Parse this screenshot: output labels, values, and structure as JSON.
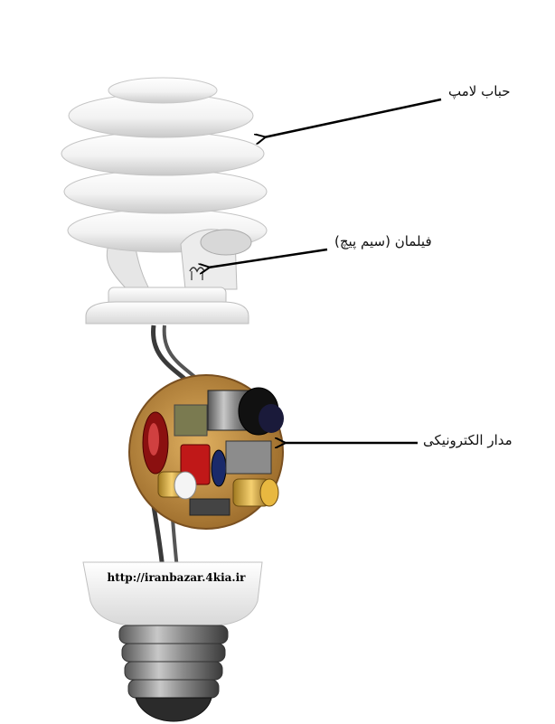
{
  "labels": {
    "bulb": "حباب لامپ",
    "filament": "فیلمان (سیم پیچ)",
    "circuit": "مدار الکترونیکی"
  },
  "watermark": "http://iranbazar.4kia.ir"
}
